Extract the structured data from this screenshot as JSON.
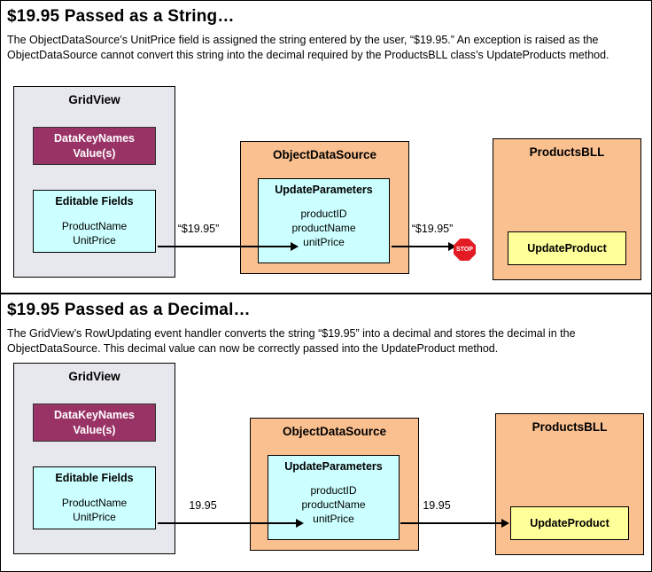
{
  "colors": {
    "gridview_bg": "#e7e7ee",
    "datakeynames_bg": "#993366",
    "fields_bg": "#ccffff",
    "datasource_bg": "#fac090",
    "method_bg": "#ffff99",
    "stop_red": "#e31b23"
  },
  "panels": [
    {
      "title": "$19.95 Passed as a String…",
      "description": "The ObjectDataSource’s UnitPrice field is assigned the string entered by the user, “$19.95.” An exception is raised as the ObjectDataSource cannot convert this string into the decimal required by the ProductsBLL class’s UpdateProducts method.",
      "gridview": {
        "title": "GridView",
        "datakeynames_line1": "DataKeyNames",
        "datakeynames_line2": "Value(s)",
        "editable_fields_title": "Editable Fields",
        "field1": "ProductName",
        "field2": "UnitPrice"
      },
      "datasource": {
        "title": "ObjectDataSource",
        "params_title": "UpdateParameters",
        "param1": "productID",
        "param2": "productName",
        "param3": "unitPrice"
      },
      "bll": {
        "title": "ProductsBLL",
        "method": "UpdateProduct"
      },
      "arrow1_label": "“$19.95”",
      "arrow2_label": "“$19.95”",
      "stop_label": "STOP"
    },
    {
      "title": "$19.95 Passed as a Decimal…",
      "description": "The GridView’s RowUpdating event handler converts the string “$19.95” into a decimal and stores the decimal in the ObjectDataSource. This decimal value can now be correctly passed into the UpdateProduct method.",
      "gridview": {
        "title": "GridView",
        "datakeynames_line1": "DataKeyNames",
        "datakeynames_line2": "Value(s)",
        "editable_fields_title": "Editable Fields",
        "field1": "ProductName",
        "field2": "UnitPrice"
      },
      "datasource": {
        "title": "ObjectDataSource",
        "params_title": "UpdateParameters",
        "param1": "productID",
        "param2": "productName",
        "param3": "unitPrice"
      },
      "bll": {
        "title": "ProductsBLL",
        "method": "UpdateProduct"
      },
      "arrow1_label": "19.95",
      "arrow2_label": "19.95"
    }
  ]
}
